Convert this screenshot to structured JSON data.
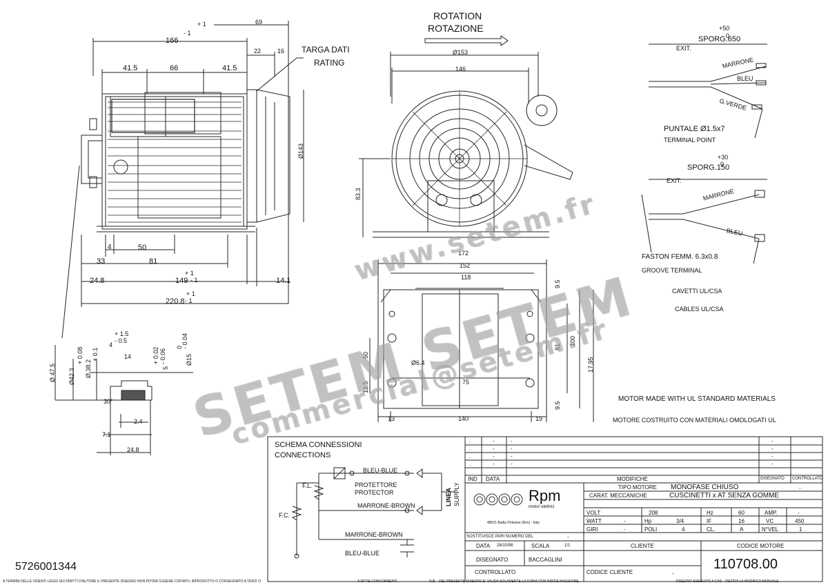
{
  "top_view": {
    "rotation_en": "ROTATION",
    "rotation_it": "ROTAZIONE",
    "rating_it": "TARGA DATI",
    "rating_en": "RATING"
  },
  "dimensions": {
    "d166": "166",
    "d166_tol_plus": "+ 1",
    "d166_tol_minus": "- 1",
    "d69": "69",
    "d41_5a": "41.5",
    "d66": "66",
    "d41_5b": "41.5",
    "d22": "22",
    "d16": "16",
    "d143": "Ø143",
    "d4": "4",
    "d50": "50",
    "d33": "33",
    "d81": "81",
    "d24_8": "24.8",
    "d149": "149",
    "d149_tol_plus": "+ 1",
    "d149_tol_minus": "- 1",
    "d14_1": "14.1",
    "d220_8": "220.8",
    "d220_tol_plus": "+ 1",
    "d220_tol_minus": "- 1",
    "d153": "Ø153",
    "d146": "146",
    "d83_3": "83.3",
    "d172": "172",
    "d152": "152",
    "d118": "118",
    "d9_5a": "9.5",
    "d81b": "81",
    "d100": "100",
    "d17_95": "17.95",
    "d50b": "50",
    "d6_4": "Ø6.4",
    "d75": "75",
    "d13_5": "13.5",
    "d9_5b": "9.5",
    "d13": "13",
    "d140": "140",
    "d19": "19"
  },
  "shaft_detail": {
    "d47_5": "Ø 47.5",
    "d42_3": "Ø42.3",
    "d42_tol": "+ 0.08",
    "d38_2": "Ø 38.2",
    "d38_tol": "+ 0.1",
    "d1_5": "+ 1.5",
    "d0_5": "- 0.5",
    "d4": "4",
    "d14": "14",
    "d0_02": "+ 0.02",
    "d0_06": "- 0.06",
    "d5": "5",
    "d0": "0",
    "d0_04": "- 0.04",
    "d15": "Ø15",
    "d30deg": "30°",
    "d2_4": "2.4",
    "d7_1": "7.1",
    "d24_8": "24.8"
  },
  "cables": {
    "sporg_650": "SPORG.650",
    "sporg_650_tol": "+50",
    "sporg_650_tol_minus": "0",
    "exit1": "EXIT.",
    "marrone1": "MARRONE",
    "bleu1": "BLEU",
    "g_verde": "G.VERDE",
    "terminal_point_it": "PUNTALE Ø1.5x7",
    "terminal_point_en": "TERMINAL POINT",
    "sporg_150": "SPORG.150",
    "sporg_150_tol": "+30",
    "sporg_150_tol_minus": "0",
    "exit2": "EXIT.",
    "marrone2": "MARRONE",
    "bleu2": "BLEU",
    "faston_it": "FASTON FEMM. 6.3x0.8",
    "faston_en": "GROOVE TERMINAL",
    "cavetti": "CAVETTI UL/CSA",
    "cables": "CABLES UL/CSA"
  },
  "notes": {
    "ul_en": "MOTOR MADE WITH UL STANDARD MATERIALS",
    "ul_it": "MOTORE COSTRUITO CON MATERIALI OMOLOGATI UL"
  },
  "schema": {
    "title_it": "SCHEMA CONNESSIONI",
    "title_en": "CONNECTIONS",
    "bleu_blue_top": "BLEU-BLUE",
    "protector_it": "PROTETTORE",
    "protector_en": "PROTECTOR",
    "fl": "F.L.",
    "fc": "F.C.",
    "marrone_brown_1": "MARRONE-BROWN",
    "marrone_brown_2": "MARRONE-BROWN",
    "bleu_blue_bottom": "BLEU-BLUE",
    "linea": "LINEA",
    "supply": "SUPPLY"
  },
  "part_number": "5726001344",
  "title_block": {
    "ind": "IND",
    "data": "DATA",
    "modifiche": "MODIFICHE",
    "disegnato_hdr": "DISEGNATO",
    "controllato_hdr": "CONTROLLATO",
    "tipo_motore_label": "TIPO MOTORE",
    "tipo_motore_value": "MONOFASE CHIUSO",
    "carat_label": "CARAT. MECCANICHE",
    "carat_value": "CUSCINETTI x AT SENZA GOMME",
    "company": "Rpm",
    "company_sub": "motori elettrici",
    "address": "48021 Badia Polesine (Rov) - Italy",
    "volt_label": "VOLT",
    "volt_value": "208",
    "hz_label": "Hz",
    "hz_value": "60",
    "amp_label": "AMP.",
    "amp_value": "-",
    "watt_label": "WATT",
    "watt_value": "-",
    "hp_label": "Hp",
    "hp_value": "3/4",
    "if_label": "IF",
    "if_value": "16",
    "vc_label": "VC",
    "vc_value": "450",
    "giri_label": "GIRI",
    "giri_value": "-",
    "poli_label": "POLI",
    "poli_value": "4",
    "cl_label": "CL.",
    "cl_value": "A",
    "nvel_label": "N°VEL",
    "nvel_value": "1",
    "sostituisce_label": "SOSTITUISCE PARI NUMERO DEL",
    "sostituisce_value": "-",
    "data_label": "DATA",
    "data_value": "28/10/98",
    "scala_label": "SCALA",
    "scala_value": "1/1",
    "cliente_label": "CLIENTE",
    "codice_motore_label": "CODICE MOTORE",
    "disegnato_label": "DISEGNATO",
    "disegnato_value": "BACCAGLINI",
    "controllato_label": "CONTROLLATO",
    "codice_cliente_label": "CODICE CLIENTE",
    "codice_cliente_value": "-",
    "codice_motore_value": "110708.00",
    "dash": "-",
    "dot": "."
  },
  "footer": {
    "legal_left": "A TERMINI DELLE VIGENTI LEGGI SUI DIRITTI D'AUTORE IL PRESENTE DISEGNO NON POTRA' ESSERE COPIATO, RIPRODOTTO O CONSEGNATO A TERZI O",
    "legal_mid": "A DITTE CONCORRENTI.",
    "legal_nb": "N.B. - DEL PRESENTE DISEGNO E' VALIDA SOLAMENTE LA COPIA CON INDICE MAGGIORE.",
    "legal_right": "DISEGNO ESEGUITO A CAD - VIETATA LA MODIFICA MANUALE"
  },
  "watermark": {
    "url": "www.setem.fr",
    "brand": "SETEM SETEM",
    "email": "commercial@setem.fr"
  }
}
